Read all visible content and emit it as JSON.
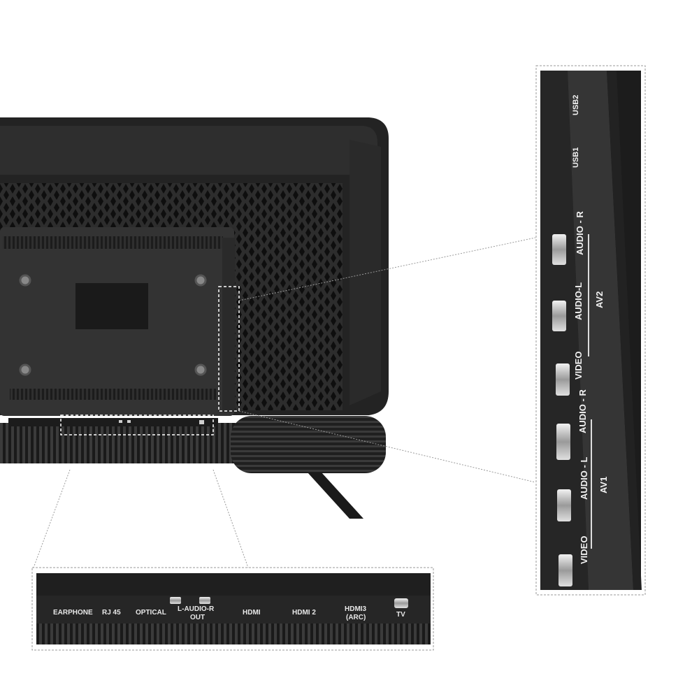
{
  "bottom_panel": {
    "labels": {
      "earphone": "EARPHONE",
      "rj45": "RJ 45",
      "optical": "OPTICAL",
      "audio_out_line1": "L-AUDIO-R",
      "audio_out_line2": "OUT",
      "hdmi1": "HDMI",
      "hdmi2": "HDMI 2",
      "hdmi3_line1": "HDMI3",
      "hdmi3_line2": "(ARC)",
      "tv": "TV"
    }
  },
  "side_panel": {
    "labels": {
      "usb2": "USB2",
      "usb1": "USB1",
      "av2_audio_r": "AUDIO - R",
      "av2_audio_l": "AUDIO-L",
      "av2_video": "VIDEO",
      "av2_group": "AV2",
      "av1_audio_r": "AUDIO - R",
      "av1_audio_l": "AUDIO - L",
      "av1_video": "VIDEO",
      "av1_group": "AV1"
    }
  },
  "colors": {
    "tv_body": "#2a2a2a",
    "tv_panel": "#3a3a3a",
    "zoom_background": "#1e1e1e",
    "label_text": "#eeeeee",
    "callout_border": "#9a9a9a"
  }
}
